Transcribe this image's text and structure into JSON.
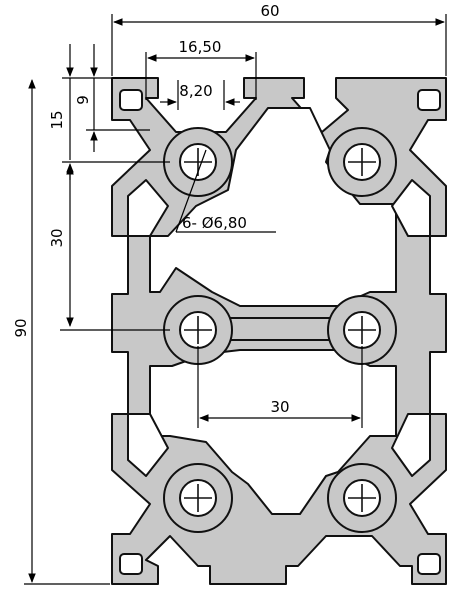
{
  "diagram": {
    "dimensions": {
      "overall_width": "60",
      "slot_opening": "16,50",
      "slot_inner": "8,20",
      "offset_9": "9",
      "offset_15": "15",
      "pitch_vertical": "30",
      "overall_height": "90",
      "hole_spec": "6- Ø6,80",
      "pitch_horizontal": "30"
    },
    "colors": {
      "profile": "#c8c8c8",
      "outline": "#111111",
      "dimension": "#000000"
    }
  }
}
